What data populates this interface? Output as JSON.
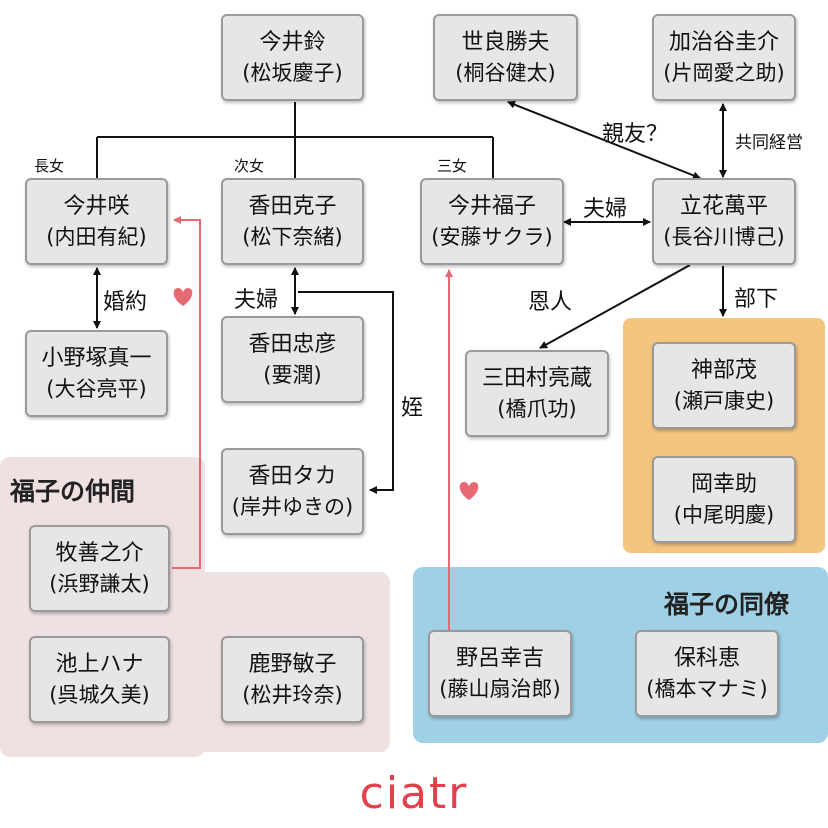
{
  "groups": {
    "nakama": "福子の仲間",
    "douryou": "福子の同僚"
  },
  "nodes": {
    "imai_rin": {
      "name": "今井鈴",
      "actor": "(松坂慶子)"
    },
    "sera": {
      "name": "世良勝夫",
      "actor": "(桐谷健太)"
    },
    "kajiya": {
      "name": "加治谷圭介",
      "actor": "(片岡愛之助)"
    },
    "imai_saki": {
      "name": "今井咲",
      "actor": "(内田有紀)"
    },
    "kouda_katsuko": {
      "name": "香田克子",
      "actor": "(松下奈緒)"
    },
    "imai_fukuko": {
      "name": "今井福子",
      "actor": "(安藤サクラ)"
    },
    "tachibana": {
      "name": "立花萬平",
      "actor": "(長谷川博己)"
    },
    "onozuka": {
      "name": "小野塚真一",
      "actor": "(大谷亮平)"
    },
    "kouda_tadahiko": {
      "name": "香田忠彦",
      "actor": "(要潤)"
    },
    "mitamura": {
      "name": "三田村亮蔵",
      "actor": "(橋爪功)"
    },
    "kanbe": {
      "name": "神部茂",
      "actor": "(瀬戸康史)"
    },
    "kouda_taka": {
      "name": "香田タカ",
      "actor": "(岸井ゆきの)"
    },
    "oka": {
      "name": "岡幸助",
      "actor": "(中尾明慶)"
    },
    "maki": {
      "name": "牧善之介",
      "actor": "(浜野謙太)"
    },
    "ikegami": {
      "name": "池上ハナ",
      "actor": "(呉城久美)"
    },
    "kano": {
      "name": "鹿野敏子",
      "actor": "(松井玲奈)"
    },
    "noro": {
      "name": "野呂幸吉",
      "actor": "(藤山扇治郎)"
    },
    "hoshina": {
      "name": "保科恵",
      "actor": "(橋本マナミ)"
    }
  },
  "labels": {
    "choujo": "長女",
    "jijo": "次女",
    "sanjo": "三女",
    "shinyu": "親友？",
    "kyoudou": "共同経営",
    "fuufu1": "夫婦",
    "fuufu2": "夫婦",
    "konyaku": "婚約",
    "onjin": "恩人",
    "buka": "部下",
    "mei": "姪"
  },
  "colors": {
    "love": "#e56a74",
    "line": "#111111",
    "nakama_bg": "#efe1e1",
    "douryou_bg": "#9fd0e6",
    "buka_bg": "#f3c57f"
  },
  "logo": "ciatr"
}
